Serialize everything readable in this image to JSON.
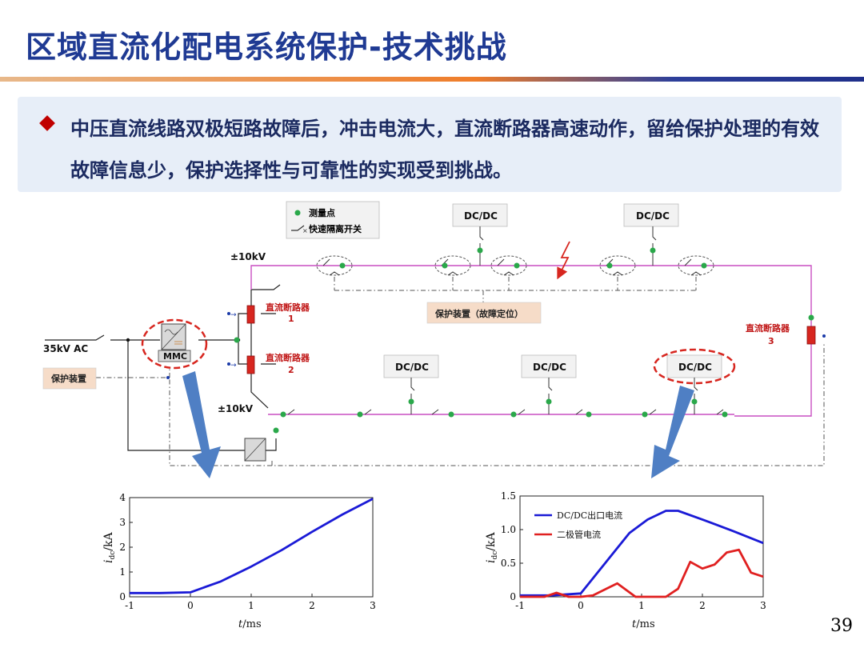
{
  "slide": {
    "title": "区域直流化配电系统保护-技术挑战",
    "bullet": "中压直流线路双极短路故障后，冲击电流大，直流断路器高速动作，留给保护处理的有效故障信息少，保护选择性与可靠性的实现受到挑战。",
    "page_number": "39"
  },
  "diagram": {
    "legend": {
      "measure_point": "测量点",
      "fast_switch": "快速隔离开关"
    },
    "ac_label": "35kV AC",
    "mmc_label": "MMC",
    "top_bus_label": "±10kV",
    "bottom_bus_label": "±10kV",
    "breaker_label": "直流断路器",
    "breaker_1_num": "1",
    "breaker_2_num": "2",
    "breaker_3_num": "3",
    "dcdc_label": "DC/DC",
    "protection_device": "保护装置",
    "protection_fault_loc": "保护装置（故障定位）",
    "colors": {
      "bus": "#c94fc2",
      "breaker": "#d7261f",
      "ring": "#d7261f",
      "node": "#2aa84a",
      "arrow": "#4f7fc4"
    }
  },
  "chart_data": [
    {
      "type": "line",
      "xlabel_var": "t",
      "xlabel_unit": "/ms",
      "ylabel_var": "i",
      "ylabel_sub": "dc",
      "ylabel_unit": "/kA",
      "xlim": [
        -1,
        3
      ],
      "ylim": [
        0,
        4
      ],
      "xticks": [
        "-1",
        "0",
        "1",
        "2",
        "3"
      ],
      "yticks": [
        "0",
        "1",
        "2",
        "3",
        "4"
      ],
      "series": [
        {
          "color": "#1a1ad6",
          "x": [
            -1,
            -0.5,
            0,
            0.5,
            1,
            1.5,
            2,
            2.5,
            3
          ],
          "y": [
            0.15,
            0.15,
            0.18,
            0.62,
            1.22,
            1.88,
            2.62,
            3.32,
            3.95
          ]
        }
      ]
    },
    {
      "type": "line",
      "xlabel_var": "t",
      "xlabel_unit": "/ms",
      "ylabel_var": "i",
      "ylabel_sub": "dc",
      "ylabel_unit": "/kA",
      "xlim": [
        -1,
        3
      ],
      "ylim": [
        0,
        1.5
      ],
      "xticks": [
        "-1",
        "0",
        "1",
        "2",
        "3"
      ],
      "yticks": [
        "0",
        "0.5",
        "1.0",
        "1.5"
      ],
      "legend_position": "top-left",
      "series": [
        {
          "name": "DC/DC出口电流",
          "color": "#1a1ad6",
          "x": [
            -1,
            -0.5,
            0,
            0.4,
            0.8,
            1.1,
            1.4,
            1.6,
            2.0,
            2.5,
            3.0
          ],
          "y": [
            0.02,
            0.02,
            0.05,
            0.5,
            0.95,
            1.15,
            1.28,
            1.28,
            1.15,
            0.98,
            0.8
          ]
        },
        {
          "name": "二极管电流",
          "color": "#e02020",
          "x": [
            -1,
            -0.6,
            -0.4,
            -0.2,
            0,
            0.2,
            0.6,
            0.9,
            1.0,
            1.2,
            1.4,
            1.6,
            1.8,
            2.0,
            2.2,
            2.4,
            2.6,
            2.8,
            3.0
          ],
          "y": [
            0.0,
            0.0,
            0.06,
            0.0,
            0.0,
            0.02,
            0.2,
            0.0,
            0.0,
            0.0,
            0.0,
            0.12,
            0.52,
            0.42,
            0.48,
            0.66,
            0.7,
            0.36,
            0.3
          ]
        }
      ]
    }
  ]
}
